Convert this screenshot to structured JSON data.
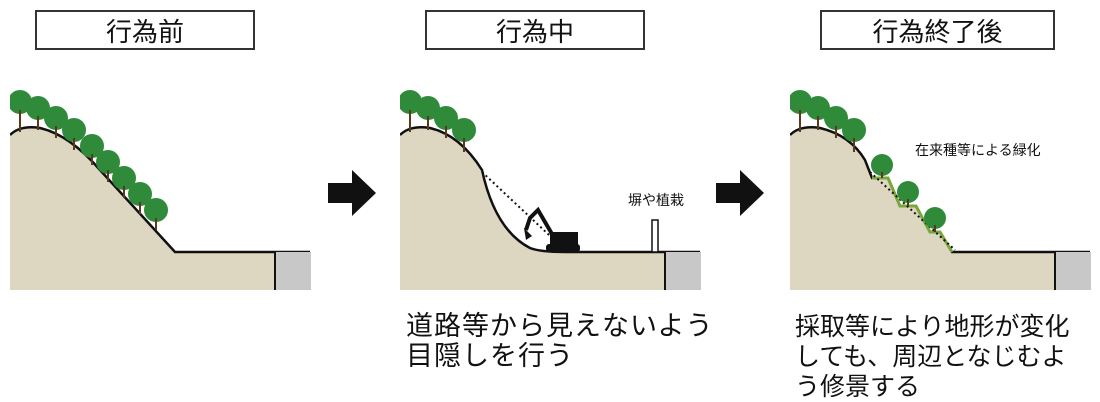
{
  "stages": [
    {
      "title": "行為前"
    },
    {
      "title": "行為中",
      "label": "塀や植栽",
      "caption_line1": "道路等から見えないよう",
      "caption_line2": "目隠しを行う"
    },
    {
      "title": "行為終了後",
      "label": "在来種等による緑化",
      "caption_line1": "採取等により地形が変化",
      "caption_line2": "しても、周辺となじむよ",
      "caption_line3": "う修景する"
    }
  ],
  "colors": {
    "ground": "#ddd6c1",
    "road": "#c8c8c8",
    "tree": "#2f8a3a",
    "tree_dark": "#1f6b2b",
    "arrow": "#111111",
    "green_edge": "#7aa63a"
  },
  "icons": [
    "right-arrow-icon",
    "excavator-icon",
    "tree-icon"
  ]
}
